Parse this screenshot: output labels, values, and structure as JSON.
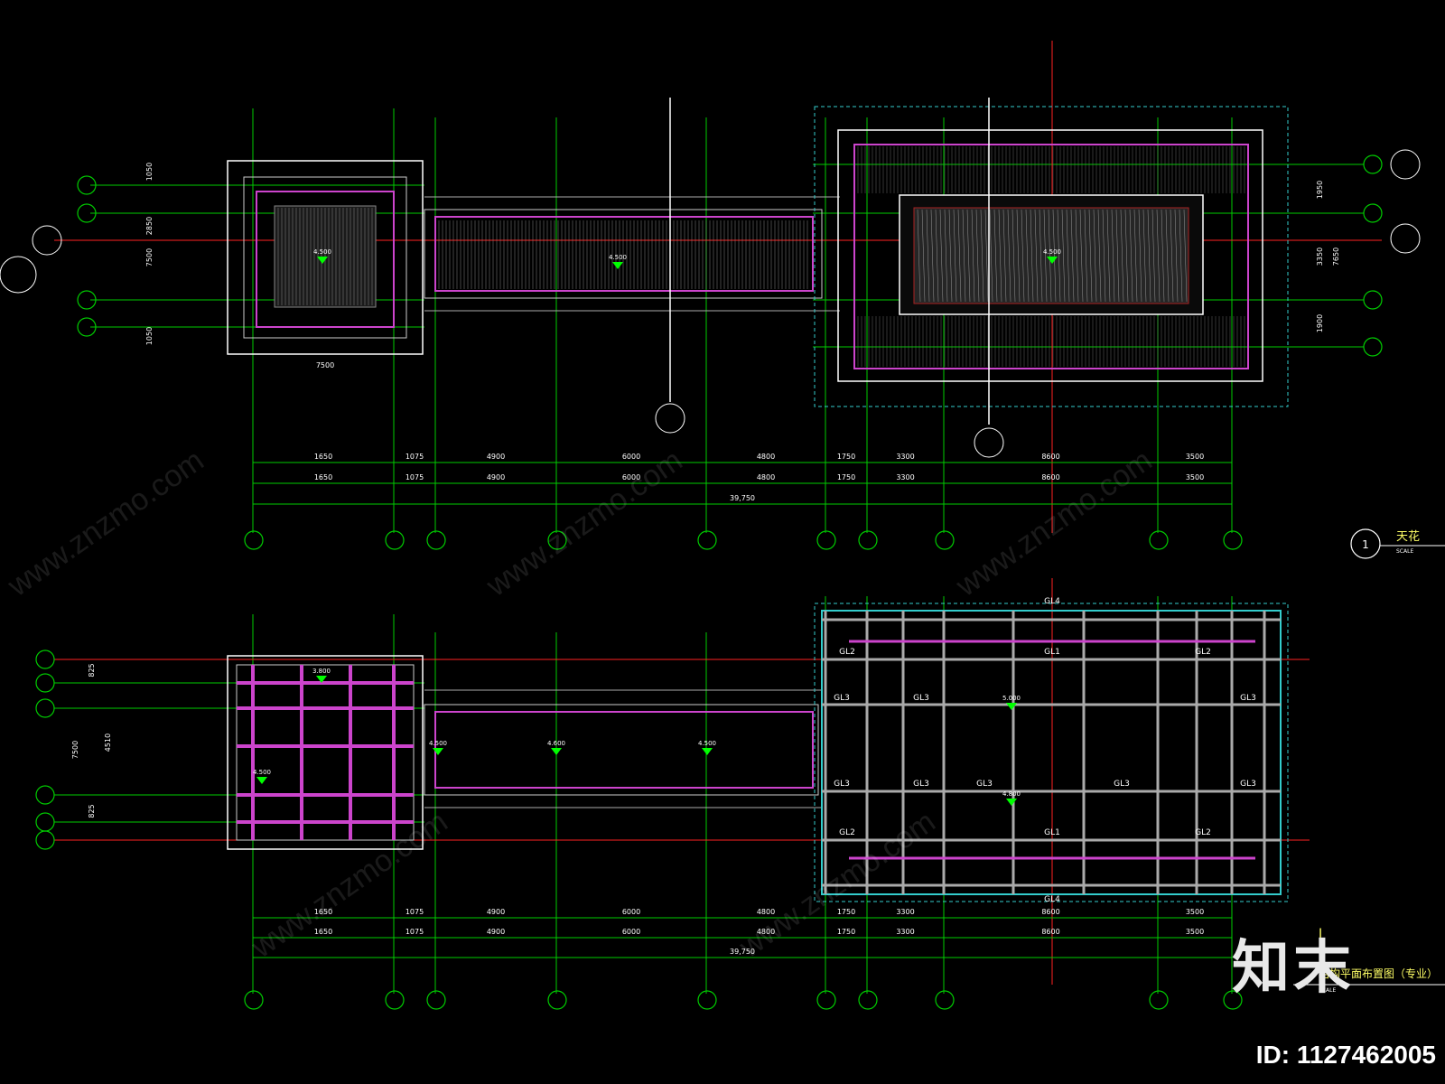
{
  "plan_top": {
    "dim_row1": [
      "1650",
      "1075",
      "4900",
      "6000",
      "4800",
      "1750",
      "3300",
      "8600",
      "3500"
    ],
    "dim_row2": [
      "1650",
      "1075",
      "4900",
      "6000",
      "4800",
      "1750",
      "3300",
      "8600",
      "3500"
    ],
    "total": "39,750",
    "left_block_width": "7500",
    "left_vertical_dims": [
      "1050",
      "2850",
      "7500",
      "1050"
    ],
    "right_vertical_dims": [
      "1950",
      "3350",
      "1900"
    ],
    "right_vertical_total": "7650",
    "elevations": [
      "4.500",
      "4.500",
      "4.500"
    ],
    "scale_badge": {
      "number": "1",
      "title": "天花",
      "scale": "SCALE"
    }
  },
  "plan_bottom": {
    "dim_row1": [
      "1650",
      "1075",
      "4900",
      "6000",
      "4800",
      "1750",
      "3300",
      "8600",
      "3500"
    ],
    "dim_row2": [
      "1650",
      "1075",
      "4900",
      "6000",
      "4800",
      "1750",
      "3300",
      "8600",
      "3500"
    ],
    "total": "39,750",
    "left_vertical_dims": [
      "825",
      "4510",
      "825",
      "7500"
    ],
    "beam_labels": [
      "GL1",
      "GL2",
      "GL3",
      "GL4"
    ],
    "elevations": [
      "3.800",
      "4.500",
      "4.500",
      "4.600",
      "4.500",
      "5.000",
      "4.800"
    ],
    "legend": [
      {
        "mark": "I"
      },
      {
        "mark": "I"
      }
    ],
    "scale_badge": {
      "number": "",
      "title": "结构平面布置图（专业）",
      "scale": "SCALE"
    }
  },
  "watermark": "www.znzmo.com",
  "brand": "知末",
  "id_text": "ID: 1127462005",
  "colors": {
    "grid": "#00ff00",
    "axis": "#ff0000",
    "frame": "#ffffff",
    "beam": "#cc44cc",
    "teal": "#33cccc",
    "marker": "#00ff00"
  }
}
